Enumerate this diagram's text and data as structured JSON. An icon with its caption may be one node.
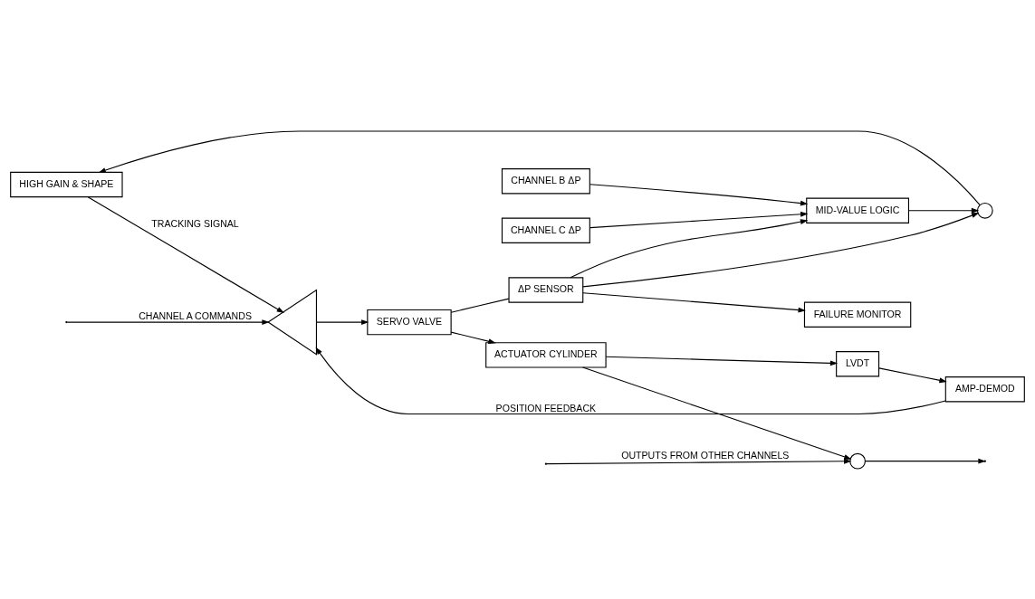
{
  "diagram": {
    "nodes": [
      {
        "text": [
          "HIGH GAIN & SHAPE"
        ]
      },
      {
        "text": [],
        "shape": "circle"
      },
      {
        "text": [
          "MID-VALUE LOGIC"
        ]
      },
      {
        "text": [
          "CHANNEL B ΔP"
        ]
      },
      {
        "text": [
          "CHANNEL C ΔP"
        ]
      },
      {
        "text": [
          "FAILURE MONITOR"
        ]
      },
      {
        "text": [
          "ΔP SENSOR"
        ]
      },
      {
        "text": [],
        "shape": "triangle"
      },
      {
        "text": [
          "SERVO VALVE"
        ]
      },
      {
        "text": [
          "ACTUATOR CYLINDER"
        ]
      },
      {
        "text": [],
        "shape": "circle"
      },
      {
        "text": [
          "AMP-DEMOD"
        ]
      },
      {
        "text": [
          "LVDT"
        ]
      }
    ],
    "edges": [
      {
        "from": 3,
        "to": 2,
        "arrow": "to"
      },
      {
        "from": 4,
        "to": 2,
        "arrow": "to"
      },
      {
        "from": 6,
        "to": 2,
        "arrow": "to"
      },
      {
        "from": 2,
        "to": 1,
        "arrow": "to"
      },
      {
        "from": 6,
        "to": 1,
        "arrow": "to"
      },
      {
        "from": 1,
        "to": 0,
        "arrow": "to"
      },
      {
        "from": 6,
        "to": 5,
        "arrow": "to"
      },
      {
        "from": 0,
        "to": 7,
        "arrow": "to",
        "label": "TRACKING SIGNAL"
      },
      {
        "from": null,
        "to": 7,
        "arrow": "to",
        "label": "CHANNEL A COMMANDS"
      },
      {
        "from": 11,
        "to": 7,
        "arrow": "to",
        "label": "POSITION FEEDBACK"
      },
      {
        "from": 7,
        "to": 8,
        "arrow": "to"
      },
      {
        "from": 8,
        "to": 6,
        "arrow": "none"
      },
      {
        "from": 8,
        "to": 9,
        "arrow": "to"
      },
      {
        "from": 9,
        "to": 10,
        "arrow": "to"
      },
      {
        "from": null,
        "to": 10,
        "arrow": "to",
        "label": "OUTPUTS FROM OTHER CHANNELS"
      },
      {
        "from": 10,
        "to": null,
        "arrow": "to"
      },
      {
        "from": 9,
        "to": 12,
        "arrow": "to"
      },
      {
        "from": 12,
        "to": 11,
        "arrow": "to"
      }
    ]
  }
}
